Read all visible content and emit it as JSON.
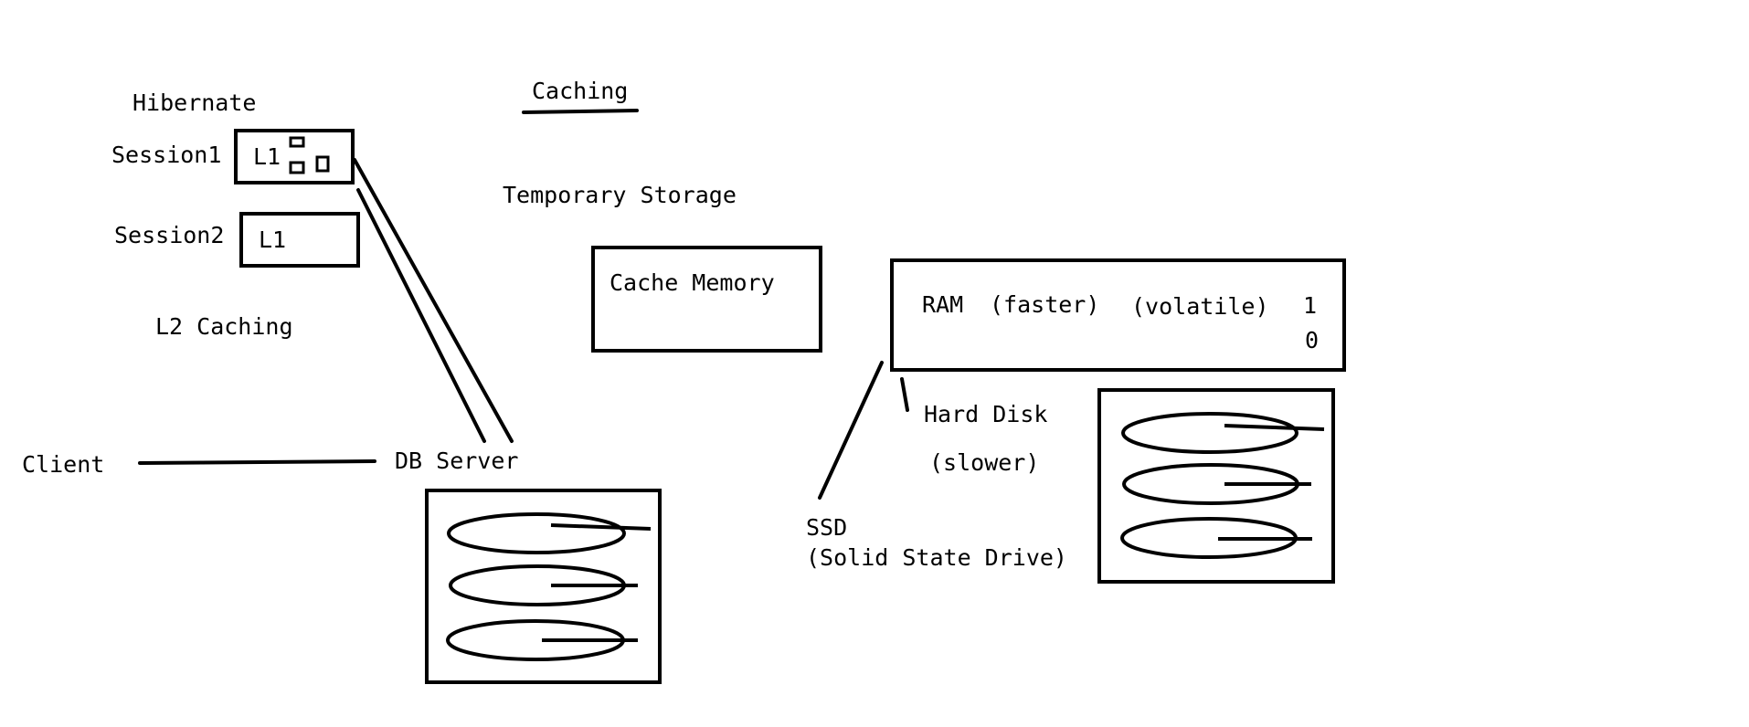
{
  "labels": {
    "hibernate": "Hibernate",
    "session1": "Session1",
    "session1_cache": "L1",
    "session2": "Session2",
    "session2_cache": "L1",
    "l2_caching": "L2 Caching",
    "client": "Client",
    "db_server": "DB Server",
    "caching": "Caching",
    "temporary_storage": "Temporary Storage",
    "cache_memory": "Cache Memory",
    "ram": "RAM",
    "faster": "(faster)",
    "volatile": "(volatile)",
    "bit_one": "1",
    "bit_zero": "0",
    "hard_disk": "Hard Disk",
    "slower": "(slower)",
    "ssd": "SSD",
    "ssd_full": "(Solid State Drive)"
  },
  "icons": {
    "db_disk_stack": "disk-stack-icon",
    "hdd_disk_stack": "disk-stack-icon",
    "l1_cache_blocks": "cache-blocks-icon"
  },
  "colors": {
    "ink": "#000000",
    "background": "#ffffff"
  }
}
